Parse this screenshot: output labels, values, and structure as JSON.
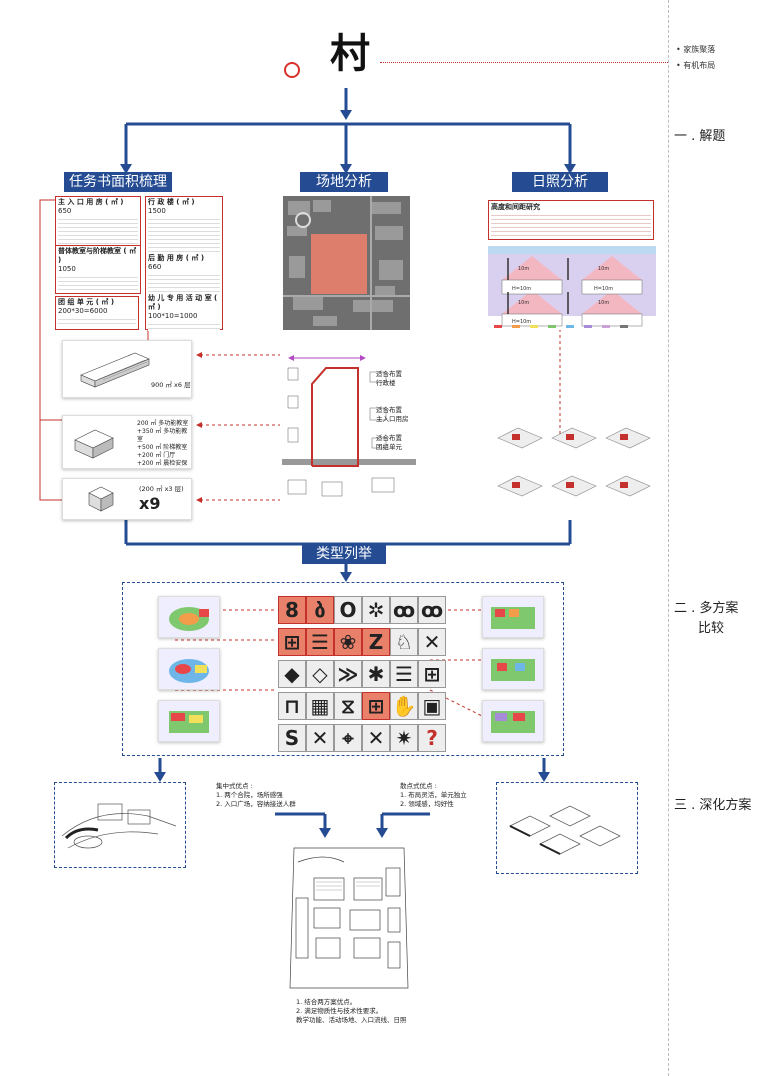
{
  "title": {
    "char": "村"
  },
  "bullets": [
    "家族聚落",
    "有机布局"
  ],
  "sections": [
    "一 . 解题",
    "二 . 多方案",
    "比较",
    "三 . 深化方案"
  ],
  "headers": {
    "task": "任务书面积梳理",
    "site": "场地分析",
    "sun": "日照分析",
    "types": "类型列举"
  },
  "task_box": {
    "main_entry": {
      "head": "主 入 口 用 房 ( ㎡ )",
      "value": "650"
    },
    "teaching": {
      "head": "普体教室与阶梯教室 ( ㎡ )",
      "value": "1050"
    },
    "unit": {
      "head": "团 组 单 元 ( ㎡ )",
      "value": "200*30=6000"
    },
    "admin": {
      "head": "行 政 楼 ( ㎡ )",
      "value": "1500"
    },
    "logistics": {
      "head": "后 勤 用 房 ( ㎡ )",
      "value": "660"
    },
    "child": {
      "head": "幼 儿 专 用 活 动 室 ( ㎡ )",
      "value": "100*10=1000"
    }
  },
  "sun_box": {
    "head": "高度和间距研究"
  },
  "sun_labels": [
    "10m",
    "10m",
    "10m",
    "10m",
    "H=10m",
    "H=10m",
    "H=10m"
  ],
  "building_cards": [
    {
      "lines": [
        "900 ㎡ x6 层"
      ]
    },
    {
      "lines": [
        "200 ㎡  多功能教室",
        "+350 ㎡  多功能教室",
        "+500 ㎡  阶梯教室",
        "+200 ㎡  门厅",
        "+200 ㎡  晨检安保"
      ]
    },
    {
      "lines": [
        "(200 ㎡ x3 层)",
        "x9"
      ]
    }
  ],
  "site_notes": [
    "适合布置",
    "行政楼",
    "适合布置",
    "主入口用房",
    "适合布置",
    "团组单元"
  ],
  "pros_centralized": {
    "head": "集中式优点 :",
    "items": [
      "1. 两个合院，场所感强",
      "2. 入口广场，容纳接送人群"
    ]
  },
  "pros_dispersed": {
    "head": "散点式优点 :",
    "items": [
      "1. 布局灵活，单元独立",
      "2. 领域感，均好性"
    ]
  },
  "final_notes": [
    "1. 结合两方案优点。",
    "2. 满足物质性与技术性要求。",
    "教学功能、活动场地、入口流线、日照"
  ],
  "tiles": [
    "8",
    "ბ",
    "O",
    "✲",
    "ꝏ",
    "ꝏ",
    "⊞",
    "☰",
    "❀",
    "Z",
    "♘",
    "✕",
    "◆",
    "◇",
    "≫",
    "✱",
    "☰",
    "⊞",
    "⊓",
    "▦",
    "⧖",
    "⊞",
    "✋",
    "▣",
    "S",
    "✕",
    "⌖",
    "✕",
    "✷",
    "?"
  ],
  "colors": {
    "blue": "#254c93",
    "red": "#c4302b"
  }
}
